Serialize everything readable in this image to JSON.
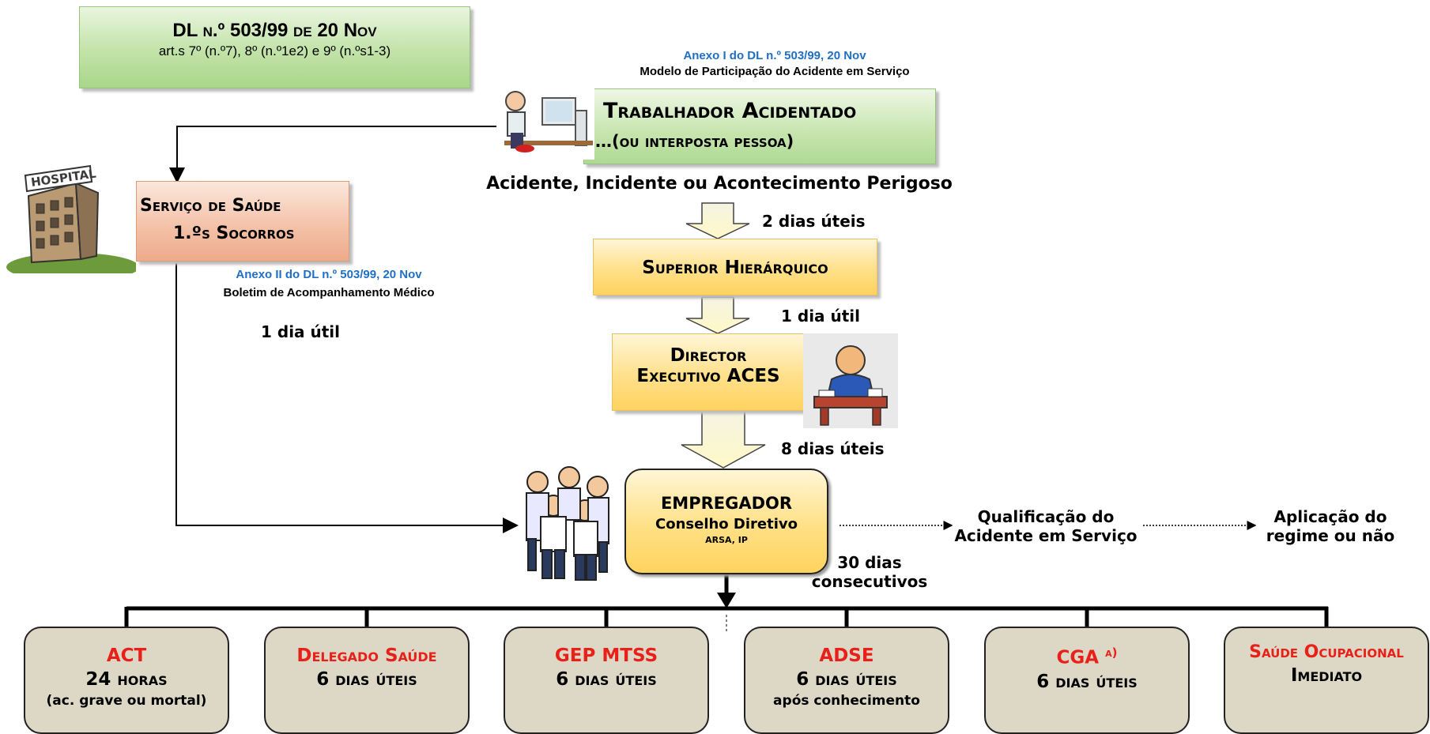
{
  "legal": {
    "title": "DL n.º 503/99 de 20 Nov",
    "subtitle": "art.s 7º (n.º7), 8º (n.º1e2) e 9º (n.ºs1-3)"
  },
  "anexo1": {
    "title": "Anexo I do DL n.º 503/99, 20 Nov",
    "subtitle": "Modelo de Participação do Acidente em Serviço"
  },
  "worker": {
    "title": "Trabalhador Acidentado",
    "subtitle": "…(ou interposta pessoa)"
  },
  "event_label": "Acidente, Incidente ou Acontecimento Perigoso",
  "health_service": {
    "line1": "Serviço de Saúde",
    "line2": "1.ºs Socorros"
  },
  "anexo2": {
    "title": "Anexo II do DL n.º 503/99, 20 Nov",
    "subtitle": "Boletim de Acompanhamento Médico"
  },
  "deadlines": {
    "to_superior": "2 dias úteis",
    "to_director": "1 dia útil",
    "to_employer": "8 dias úteis",
    "health_to_employer": "1 dia útil",
    "employer_l1": "30 dias",
    "employer_l2": "consecutivos"
  },
  "superior": "Superior Hierárquico",
  "director": {
    "line1": "Director",
    "line2": "Executivo ACES"
  },
  "employer": {
    "title": "EMPREGADOR",
    "subtitle": "Conselho Diretivo",
    "org": "ARSA, IP"
  },
  "qualification": {
    "line1": "Qualificação do",
    "line2": "Acidente em Serviço"
  },
  "application": {
    "line1": "Aplicação do",
    "line2": "regime ou não"
  },
  "hospital_sign": "HOSPITAL",
  "recipients": [
    {
      "title": "ACT",
      "line2": "24 horas",
      "line3": "(ac. grave ou mortal)"
    },
    {
      "title": "Delegado Saúde",
      "line2": "6 dias úteis",
      "line3": ""
    },
    {
      "title": "GEP MTSS",
      "line2": "6 dias úteis",
      "line3": ""
    },
    {
      "title": "ADSE",
      "line2": "6 dias úteis",
      "line3": "após conhecimento"
    },
    {
      "title": "CGA",
      "title_sup": "a)",
      "line2": "6 dias úteis",
      "line3": ""
    },
    {
      "title": "Saúde Ocupacional",
      "line2": "Imediato",
      "line3": ""
    }
  ]
}
